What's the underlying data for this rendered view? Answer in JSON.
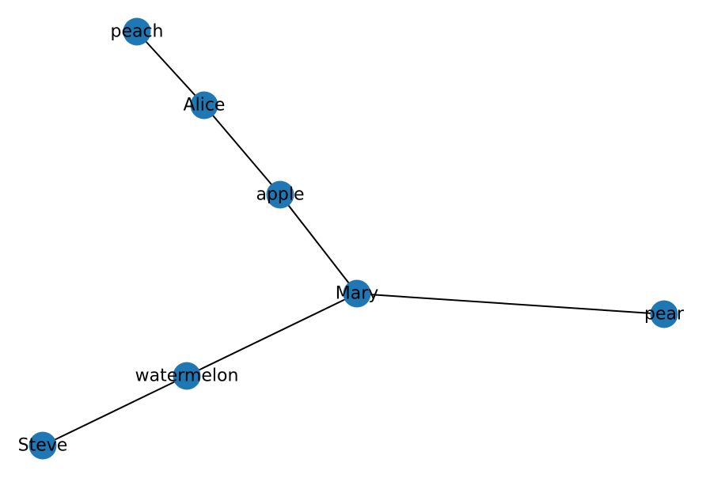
{
  "graph": {
    "node_color": "#1f77b4",
    "edge_color": "#000000",
    "nodes": [
      {
        "id": "peach",
        "label": "peach"
      },
      {
        "id": "Alice",
        "label": "Alice"
      },
      {
        "id": "apple",
        "label": "apple"
      },
      {
        "id": "Mary",
        "label": "Mary"
      },
      {
        "id": "pear",
        "label": "pear"
      },
      {
        "id": "watermelon",
        "label": "watermelon"
      },
      {
        "id": "Steve",
        "label": "Steve"
      }
    ],
    "edges": [
      {
        "source": "peach",
        "target": "Alice"
      },
      {
        "source": "Alice",
        "target": "apple"
      },
      {
        "source": "apple",
        "target": "Mary"
      },
      {
        "source": "Mary",
        "target": "pear"
      },
      {
        "source": "Mary",
        "target": "watermelon"
      },
      {
        "source": "watermelon",
        "target": "Steve"
      }
    ]
  }
}
